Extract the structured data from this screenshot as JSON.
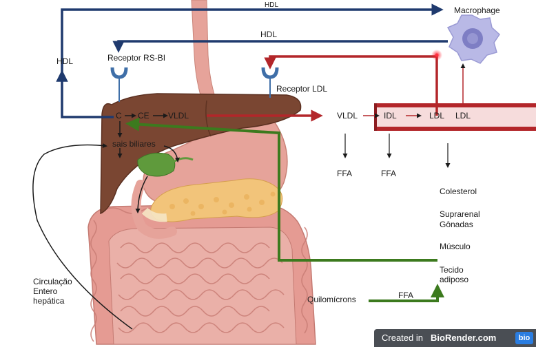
{
  "labels": {
    "hdl_top": "HDL",
    "macrophage": "Macrophage",
    "hdl_mid": "HDL",
    "hdl_left": "HDL",
    "receptor_rsbi": "Receptor RS-BI",
    "receptor_ldl": "Receptor LDL",
    "c": "C",
    "ce": "CE",
    "vldl_liver": "VLDL",
    "sais_biliares": "sais biliares",
    "vldl_vessel": "VLDL",
    "idl": "IDL",
    "ldl_vessel1": "LDL",
    "ldl_vessel2": "LDL",
    "ffa1": "FFA",
    "ffa2": "FFA",
    "colesterol": "Colesterol",
    "suprarenal": "Suprarenal",
    "gonadas": "Gônadas",
    "musculo": "Músculo",
    "tecido": "Tecido adiposo",
    "circulacao": "Circulação Entero hepática",
    "quilomicrons": "Quilomícrons",
    "ffa3": "FFA"
  },
  "colors": {
    "hdl_pathway": "#1f3a6e",
    "ldl_pathway": "#b3262a",
    "chylomicron_pathway": "#3c7a1e",
    "receptor": "#3f6fa8",
    "liver": "#7a4632",
    "gallbladder": "#5f9a3c",
    "stomach": "#e6a39a",
    "pancreas": "#f2c47a",
    "intestine": "#e59b93",
    "macrophage": "#b9b9e6"
  },
  "icons": [
    "receptor-rsbi-icon",
    "receptor-ldl-icon",
    "macrophage-icon",
    "liver-icon",
    "gallbladder-icon",
    "stomach-icon",
    "pancreas-icon",
    "intestine-icon",
    "blood-vessel-icon"
  ],
  "watermark": {
    "prefix": "Created in",
    "brand": "BioRender.com",
    "logo": "bio"
  }
}
